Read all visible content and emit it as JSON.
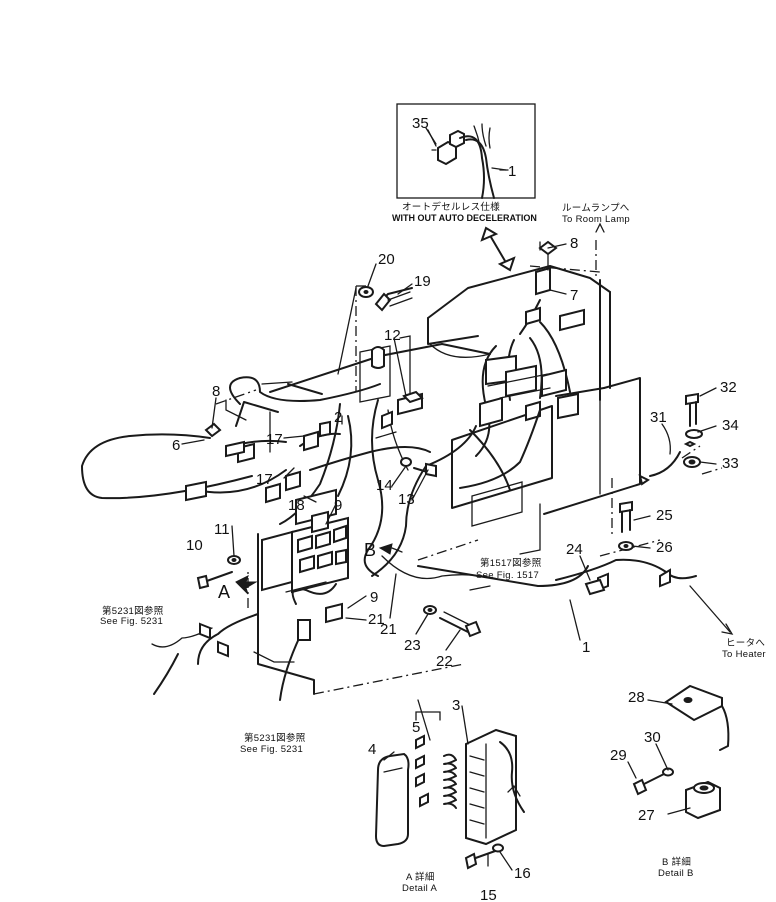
{
  "diagram": {
    "callouts": [
      "1",
      "2",
      "3",
      "4",
      "5",
      "6",
      "7",
      "8",
      "9",
      "10",
      "11",
      "12",
      "13",
      "14",
      "15",
      "16",
      "17",
      "18",
      "19",
      "20",
      "21",
      "22",
      "23",
      "24",
      "25",
      "26",
      "27",
      "28",
      "29",
      "30",
      "31",
      "32",
      "33",
      "34",
      "35"
    ],
    "view_letters": {
      "a": "A",
      "b": "B"
    },
    "inset": {
      "jp": "オートデセルレス仕様",
      "en": "WITH OUT AUTO DECELERATION"
    },
    "refs": {
      "room_lamp_jp": "ルームランプへ",
      "room_lamp_en": "To Room Lamp",
      "heater_jp": "ヒータへ",
      "heater_en": "To Heater",
      "fig1517_jp": "第1517図参照",
      "fig1517_en": "See Fig. 1517",
      "fig5231a_jp": "第5231図参照",
      "fig5231a_en": "See Fig. 5231",
      "fig5231b_jp": "第5231図参照",
      "fig5231b_en": "See Fig. 5231"
    },
    "details": {
      "a_jp": "A 詳細",
      "a_en": "Detail A",
      "b_jp": "B 詳細",
      "b_en": "Detail B"
    }
  }
}
